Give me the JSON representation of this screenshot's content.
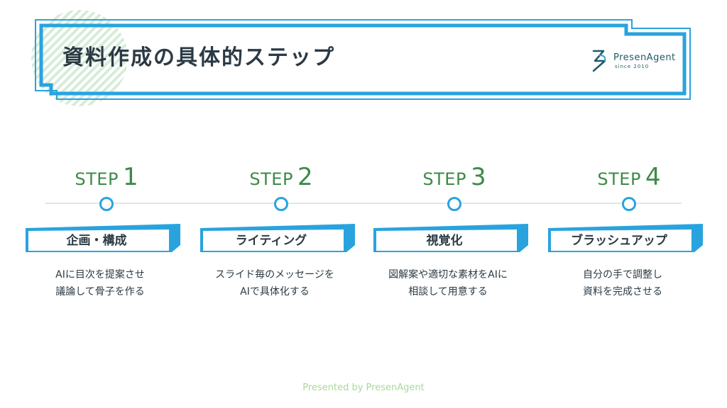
{
  "header": {
    "title": "資料作成の具体的ステップ",
    "logo": {
      "name": "PresenAgent",
      "since": "since 2010"
    }
  },
  "colors": {
    "accent_blue": "#29a3de",
    "step_green": "#3d8a48",
    "text_dark": "#2b3a44",
    "footer_green": "#a8d89a",
    "deco_green": "#d6ecd9"
  },
  "steps": [
    {
      "word": "STEP",
      "number": "1",
      "tag": "企画・構成",
      "desc": [
        "AIに目次を提案させ",
        "議論して骨子を作る"
      ]
    },
    {
      "word": "STEP",
      "number": "2",
      "tag": "ライティング",
      "desc": [
        "スライド毎のメッセージを",
        "AIで具体化する"
      ]
    },
    {
      "word": "STEP",
      "number": "3",
      "tag": "視覚化",
      "desc": [
        "図解案や適切な素材をAIに",
        "相談して用意する"
      ]
    },
    {
      "word": "STEP",
      "number": "4",
      "tag": "ブラッシュアップ",
      "desc": [
        "自分の手で調整し",
        "資料を完成させる"
      ]
    }
  ],
  "footer": {
    "text": "Presented by PresenAgent"
  }
}
